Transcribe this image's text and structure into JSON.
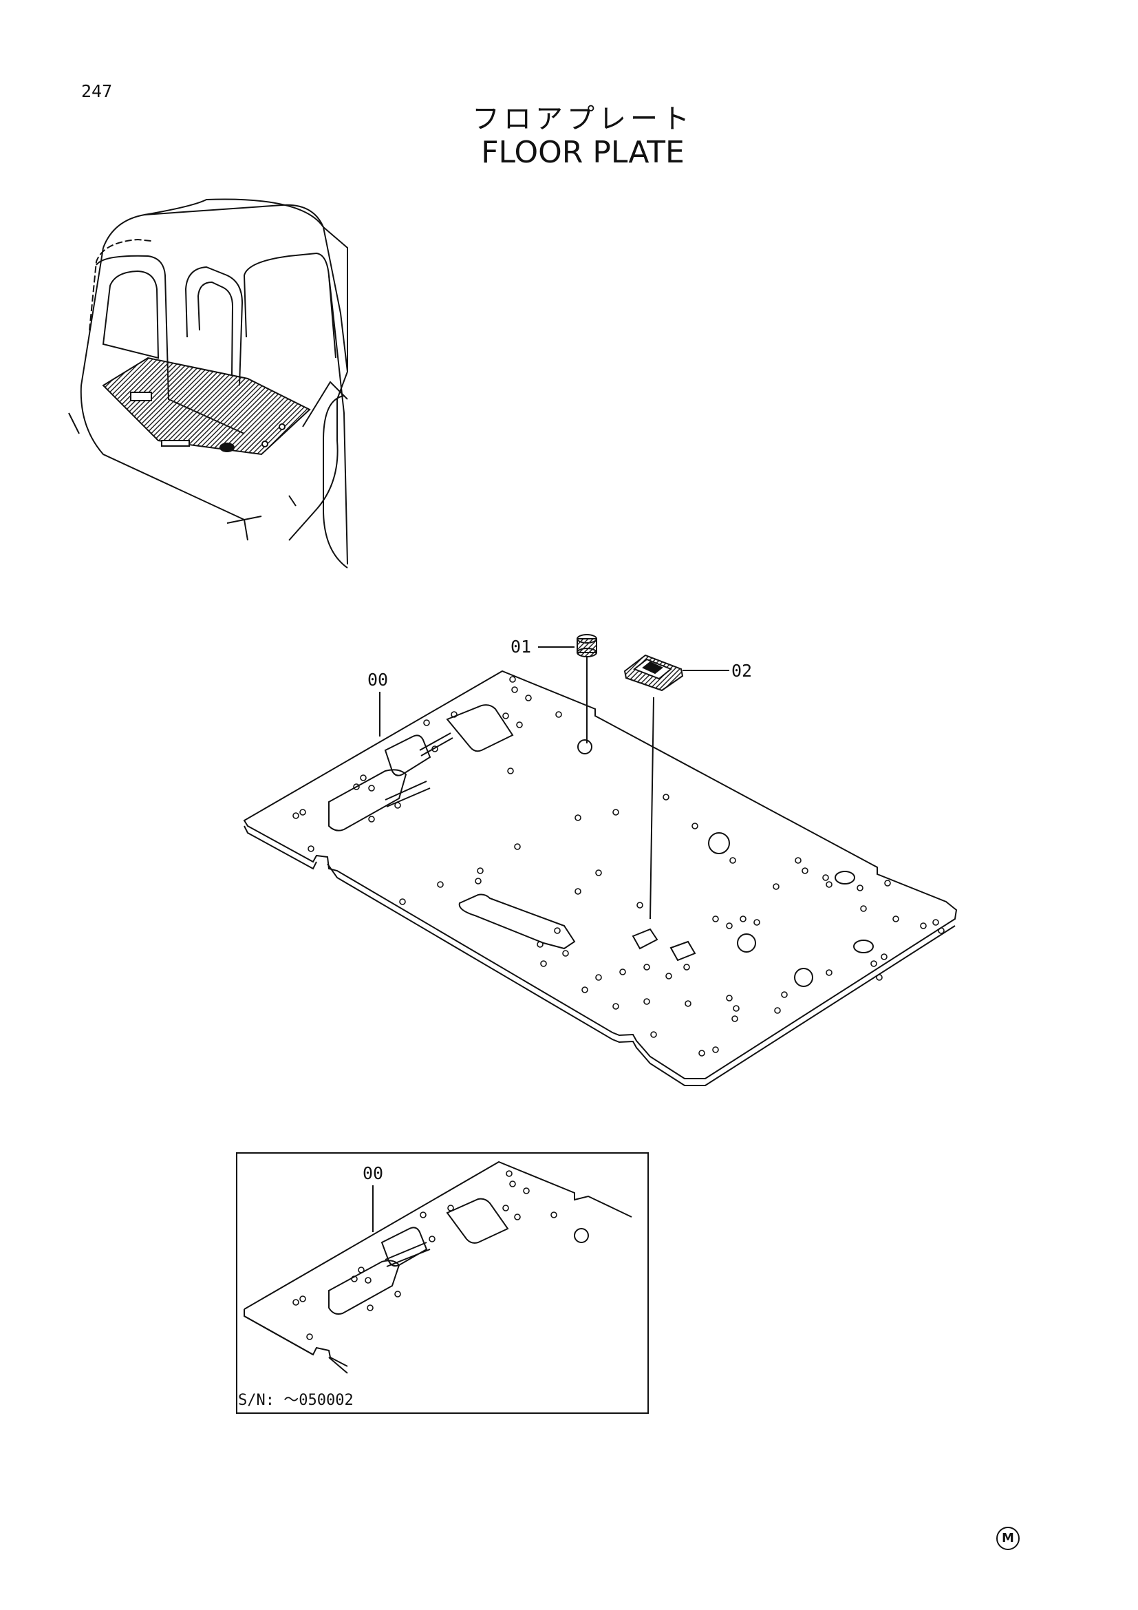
{
  "page": {
    "number": "247",
    "title_jp": "フロアプレート",
    "title_en": "FLOOR PLATE"
  },
  "callouts": {
    "plate": "00",
    "plug": "01",
    "grommet": "02",
    "inset_plate": "00"
  },
  "inset": {
    "serial_label": "S/N: ～050002"
  },
  "footer": {
    "mark": "M"
  }
}
